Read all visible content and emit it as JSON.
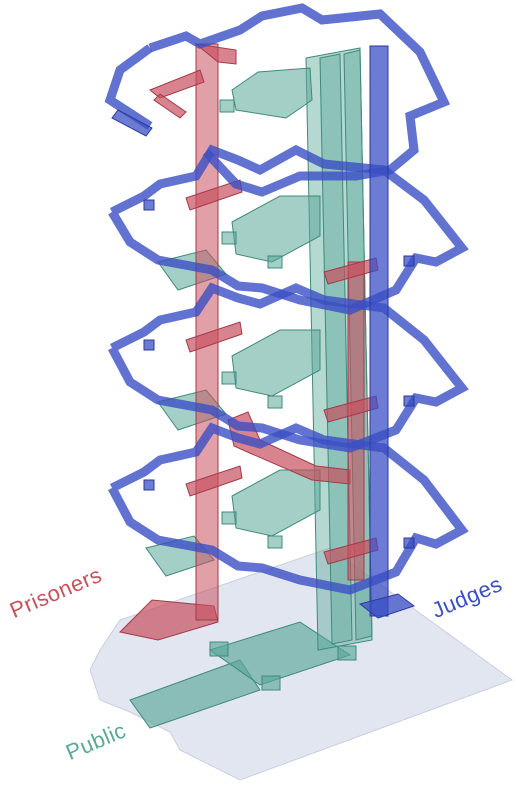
{
  "diagram": {
    "labels": {
      "prisoners": "Prisoners",
      "judges": "Judges",
      "public": "Public"
    },
    "colors": {
      "prisoners": "#c8505e",
      "judges": "#3b4fc4",
      "public": "#5aa898",
      "ground": "#dde2ee"
    }
  }
}
